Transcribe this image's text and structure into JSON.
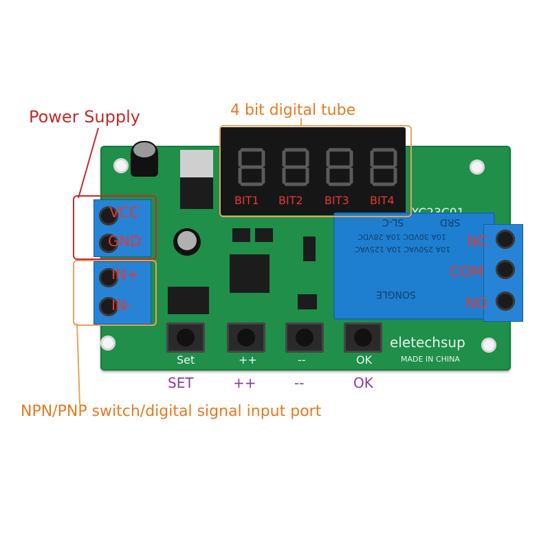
{
  "annotations": {
    "power_supply": "Power Supply",
    "digital_tube": "4 bit digital tube",
    "input_port": "NPN/PNP switch/digital signal input port"
  },
  "display": {
    "bits": [
      "BIT1",
      "BIT2",
      "BIT3",
      "BIT4"
    ]
  },
  "terminals": {
    "power": [
      "VCC",
      "GND"
    ],
    "input": [
      "IN+",
      "IN-"
    ],
    "relay": [
      "NC",
      "COM",
      "NO"
    ]
  },
  "buttons": {
    "board_labels": [
      "Set",
      "++",
      "--",
      "OK"
    ],
    "captions": [
      "SET",
      "++",
      "--",
      "OK"
    ]
  },
  "board": {
    "model": "XC23C01",
    "brand": "eletechsup",
    "made_in": "MADE IN CHINA"
  },
  "relay": {
    "brand": "SONGLE",
    "model": "SRD",
    "type": "SL-C",
    "rating1": "10A 250VAC 10A 125VAC",
    "rating2": "10A 30VDC 10A 28VDC"
  },
  "colors": {
    "pcb": "#1f8f4a",
    "annotation_red": "#c62828",
    "annotation_orange": "#e8781f",
    "caption_purple": "#8a3c9e",
    "terminal_blue": "#2783d6"
  }
}
